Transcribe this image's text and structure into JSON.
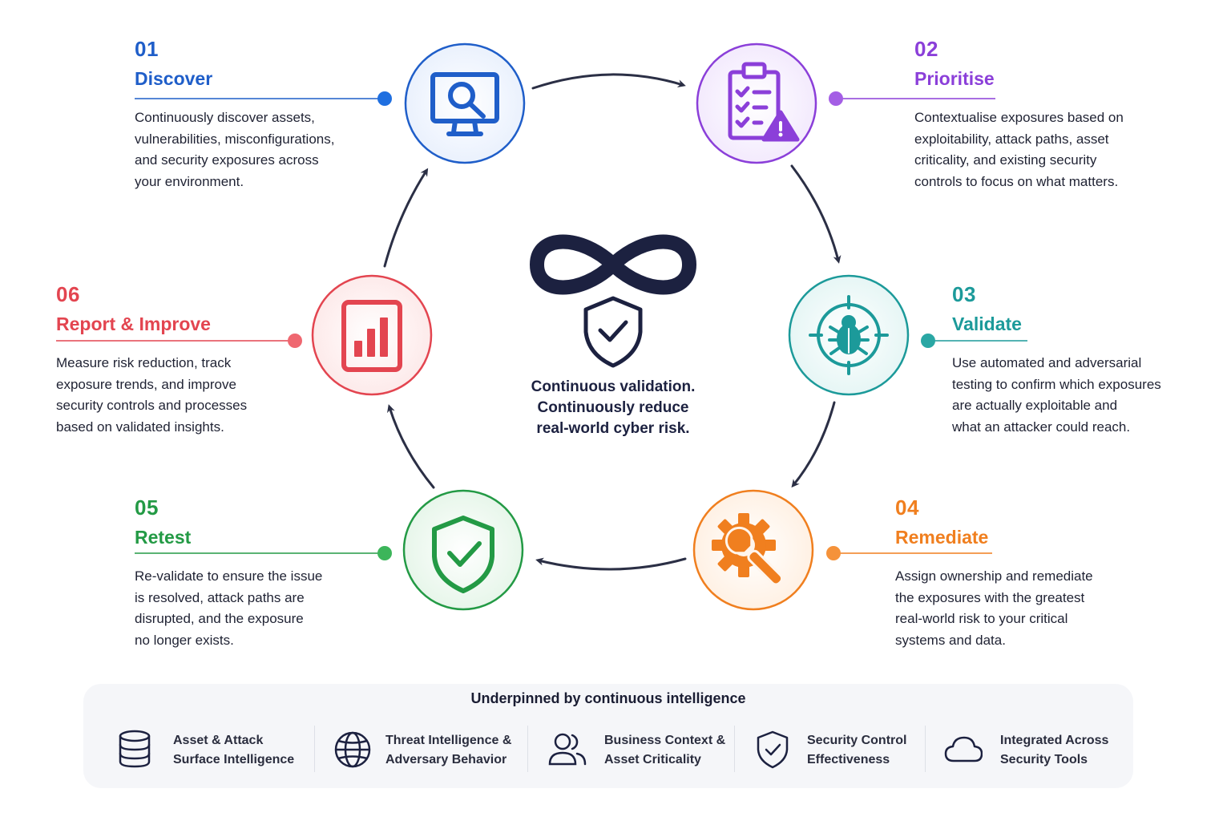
{
  "colors": {
    "discover": "#1f5ec9",
    "prioritise": "#8b3fd9",
    "validate": "#1c9a9a",
    "remediate": "#f07f1f",
    "retest": "#239a45",
    "report": "#e34550",
    "arrow": "#2b2f45",
    "center": "#1c2140"
  },
  "steps": [
    {
      "num": "01",
      "title": "Discover",
      "desc": [
        "Continuously discover assets,",
        "vulnerabilities, misconfigurations,",
        "and security exposures across",
        "your environment."
      ],
      "icon": "monitor-search-icon"
    },
    {
      "num": "02",
      "title": "Prioritise",
      "desc": [
        "Contextualise exposures based on",
        "exploitability, attack paths, asset",
        "criticality, and existing security",
        "controls to focus on what matters."
      ],
      "icon": "clipboard-warning-icon"
    },
    {
      "num": "03",
      "title": "Validate",
      "desc": [
        "Use automated and adversarial",
        "testing to confirm which exposures",
        "are actually exploitable and",
        "what an attacker could reach."
      ],
      "icon": "bug-target-icon"
    },
    {
      "num": "04",
      "title": "Remediate",
      "desc": [
        "Assign ownership and remediate",
        "the exposures with the greatest",
        "real-world risk to your critical",
        "systems and data."
      ],
      "icon": "gear-wrench-icon"
    },
    {
      "num": "05",
      "title": "Retest",
      "desc": [
        "Re-validate to ensure the issue",
        "is resolved, attack paths are",
        "disrupted, and the exposure",
        "no longer exists."
      ],
      "icon": "shield-check-icon"
    },
    {
      "num": "06",
      "title": "Report & Improve",
      "desc": [
        "Measure risk reduction, track",
        "exposure trends, and improve",
        "security controls and processes",
        "based on validated insights."
      ],
      "icon": "bar-chart-report-icon"
    }
  ],
  "center": {
    "lines": [
      "Continuous validation.",
      "Continuously reduce",
      "real-world cyber risk."
    ],
    "icon": "infinity-shield-icon"
  },
  "footer": {
    "title": "Underpinned by continuous intelligence",
    "items": [
      {
        "lines": [
          "Asset & Attack",
          "Surface Intelligence"
        ],
        "icon": "database-icon"
      },
      {
        "lines": [
          "Threat Intelligence &",
          "Adversary Behavior"
        ],
        "icon": "globe-icon"
      },
      {
        "lines": [
          "Business Context &",
          "Asset Criticality"
        ],
        "icon": "users-icon"
      },
      {
        "lines": [
          "Security Control",
          "Effectiveness"
        ],
        "icon": "shield-check-icon"
      },
      {
        "lines": [
          "Integrated Across",
          "Security Tools"
        ],
        "icon": "cloud-icon"
      }
    ]
  }
}
